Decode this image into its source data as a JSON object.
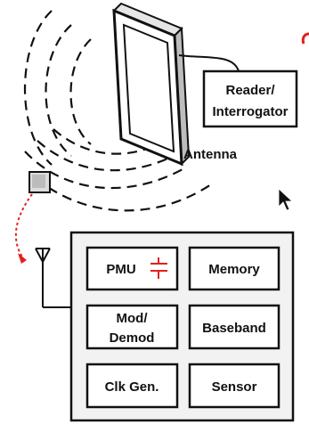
{
  "reader": {
    "line1": "Reader/",
    "line2": "Interrogator"
  },
  "antenna": {
    "label": "Antenna"
  },
  "chip": {
    "blocks": {
      "pmu": "PMU",
      "memory": "Memory",
      "moddemod_line1": "Mod/",
      "moddemod_line2": "Demod",
      "baseband": "Baseband",
      "clkgen": "Clk Gen.",
      "sensor": "Sensor"
    }
  },
  "colors": {
    "line": "#111111",
    "arrow": "#e02020",
    "chip_fill": "#f2f2f2",
    "block_fill": "#ffffff"
  },
  "icons": [
    "antenna-icon",
    "capacitor-icon",
    "tag-icon",
    "mouse-cursor-icon"
  ]
}
